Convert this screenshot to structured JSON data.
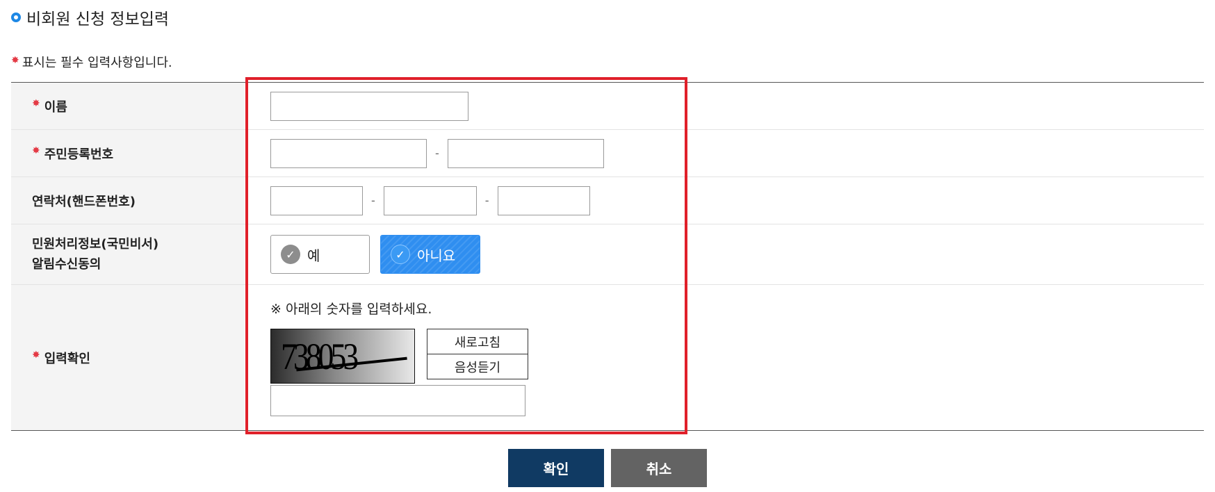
{
  "section": {
    "title": "비회원 신청 정보입력"
  },
  "required_note": {
    "star": "✸",
    "text": "표시는 필수 입력사항입니다."
  },
  "form": {
    "name": {
      "label": "이름",
      "required": true,
      "value": ""
    },
    "rrn": {
      "label": "주민등록번호",
      "required": true,
      "part1": "",
      "part2": "",
      "separator": "-"
    },
    "phone": {
      "label": "연락처(핸드폰번호)",
      "required": false,
      "part1": "",
      "part2": "",
      "part3": "",
      "separator": "-"
    },
    "consent": {
      "label_line1": "민원처리정보(국민비서)",
      "label_line2": "알림수신동의",
      "options": [
        {
          "label": "예",
          "selected": false
        },
        {
          "label": "아니요",
          "selected": true
        }
      ]
    },
    "captcha": {
      "label": "입력확인",
      "required": true,
      "note": "※ 아래의 숫자를 입력하세요.",
      "image_text": "738053",
      "refresh_label": "새로고침",
      "audio_label": "음성듣기",
      "value": ""
    }
  },
  "buttons": {
    "confirm": "확인",
    "cancel": "취소"
  },
  "colors": {
    "accent": "#1e88e5",
    "required_star": "#e43a45",
    "highlight_border": "#e0202a",
    "selected_option": "#2f8ef0",
    "confirm_button": "#103a63",
    "cancel_button": "#636363"
  },
  "icons": {
    "section_marker": "ring-bullet-icon",
    "option_check": "check-circle-icon"
  }
}
